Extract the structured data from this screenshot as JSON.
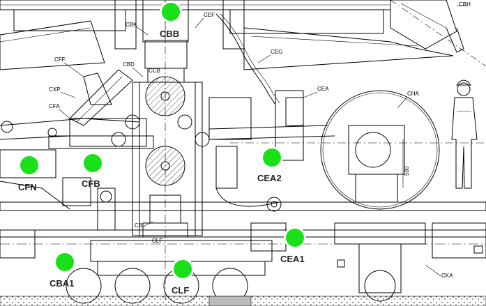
{
  "callouts": {
    "cbh": "CBH",
    "cef": "CEF",
    "cbk": "CBK",
    "ceg": "CEG",
    "cff": "CFF",
    "cbd": "CBD",
    "ccb": "CCB",
    "cea": "CEA",
    "cxp": "CXP",
    "cha": "CHA",
    "cfa": "CFA",
    "cbl": "CBL",
    "clf": "CLF",
    "cka": "CKA",
    "dim500": "500"
  },
  "markers": [
    {
      "id": "cbb",
      "label": "CBB"
    },
    {
      "id": "cfn",
      "label": "CFN"
    },
    {
      "id": "cfb",
      "label": "CFB"
    },
    {
      "id": "cea2",
      "label": "CEA2"
    },
    {
      "id": "cea1",
      "label": "CEA1"
    },
    {
      "id": "cba1",
      "label": "CBA1"
    },
    {
      "id": "clf",
      "label": "CLF"
    }
  ],
  "colors": {
    "marker": "#19e019",
    "marker_ring": "#ffffff",
    "ink": "#000000"
  }
}
